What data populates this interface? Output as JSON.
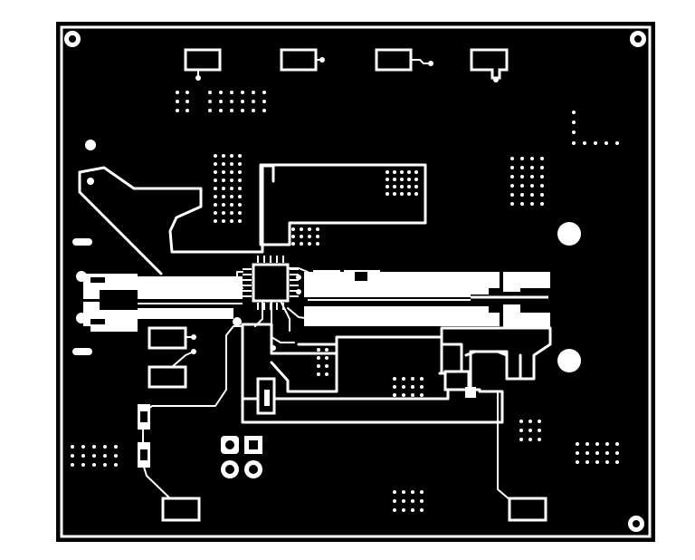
{
  "colors": {
    "background": "#ffffff",
    "copper_pour": "#000000",
    "artwork": "#ffffff"
  },
  "icons": {
    "mounting_hole": "mounting-hole-icon",
    "via": "via-icon",
    "ic": "ic-package-icon"
  },
  "layer": "bottom copper",
  "via_fields": [
    {
      "id": "top-left-a",
      "rows": 3,
      "cols": 2
    },
    {
      "id": "top-left-b",
      "rows": 3,
      "cols": 6
    },
    {
      "id": "right-corner",
      "rows": 1,
      "cols": 5
    },
    {
      "id": "right-mid",
      "rows": 6,
      "cols": 4
    },
    {
      "id": "left-mid",
      "rows": 9,
      "cols": 4
    },
    {
      "id": "center-pour",
      "rows": 4,
      "cols": 5
    },
    {
      "id": "under-ic",
      "rows": 3,
      "cols": 4
    },
    {
      "id": "lower-box",
      "rows": 4,
      "cols": 2
    },
    {
      "id": "lower-center",
      "rows": 3,
      "cols": 4
    },
    {
      "id": "lower-right-a",
      "rows": 3,
      "cols": 3
    },
    {
      "id": "lower-right-b",
      "rows": 3,
      "cols": 5
    },
    {
      "id": "bottom-left",
      "rows": 3,
      "cols": 5
    },
    {
      "id": "bottom-center",
      "rows": 3,
      "cols": 4
    }
  ]
}
